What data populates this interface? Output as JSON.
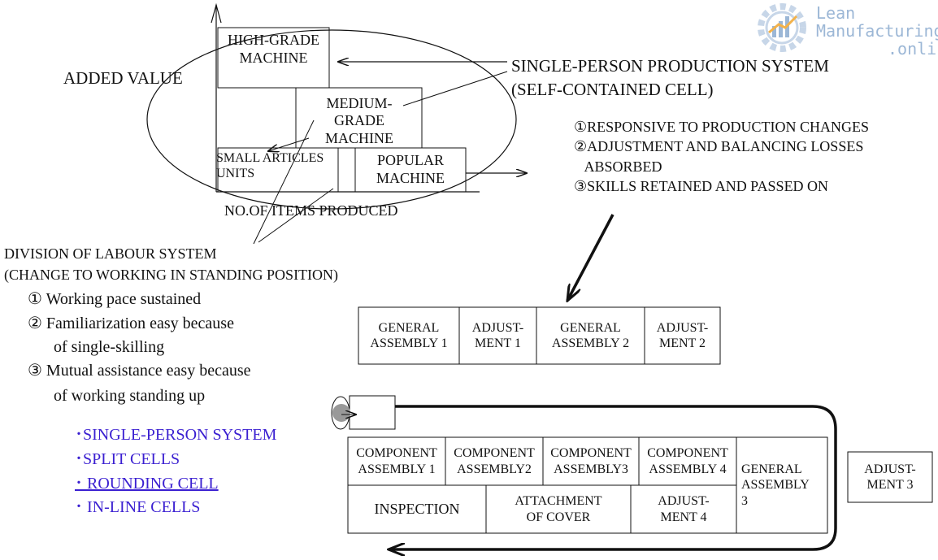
{
  "logo": {
    "line1": "Lean",
    "line2": "Manufacturing",
    "line3": ".online"
  },
  "graph": {
    "y_axis_label": "ADDED VALUE",
    "x_axis_label": "NO.OF ITEMS PRODUCED",
    "high_grade": "HIGH-GRADE\nMACHINE",
    "medium_grade": "MEDIUM-\nGRADE\nMACHINE",
    "small_articles": "SMALL ARTICLES\nUNITS",
    "popular": "POPULAR\nMACHINE"
  },
  "single_person": {
    "title_line1": "SINGLE-PERSON PRODUCTION SYSTEM",
    "title_line2": "(SELF-CONTAINED CELL)",
    "points": [
      "①RESPONSIVE TO PRODUCTION CHANGES",
      "②ADJUSTMENT AND BALANCING LOSSES",
      "   ABSORBED",
      "③SKILLS RETAINED AND PASSED ON"
    ]
  },
  "division": {
    "title_line1": "DIVISION OF LABOUR SYSTEM",
    "title_line2": "(CHANGE TO WORKING IN STANDING POSITION)",
    "points": [
      "①  Working pace sustained",
      "②  Familiarization easy because",
      "of single-skilling",
      "③ Mutual assistance easy because",
      "of working standing up"
    ]
  },
  "cell_types": [
    "･SINGLE-PERSON SYSTEM",
    "･SPLIT CELLS",
    "･ ROUNDING CELL",
    "･ IN-LINE CELLS"
  ],
  "upper_line": {
    "cells": [
      "GENERAL\nASSEMBLY 1",
      "ADJUST-\nMENT 1",
      "GENERAL\nASSEMBLY 2",
      "ADJUST-\nMENT 2"
    ]
  },
  "lower_line": {
    "top_row": [
      "COMPONENT\nASSEMBLY 1",
      "COMPONENT\nASSEMBLY2",
      "COMPONENT\nASSEMBLY3",
      "COMPONENT\nASSEMBLY 4"
    ],
    "bottom_row": [
      "INSPECTION",
      "ATTACHMENT\nOF COVER",
      "ADJUST-\nMENT 4"
    ],
    "general_assembly_3": "GENERAL\nASSEMBLY\n3",
    "adjustment_3": "ADJUST-\nMENT 3"
  },
  "colors": {
    "purple_text": "#3a1fd1",
    "logo_blue": "#9cb7d6",
    "logo_orange": "#f3b24a"
  }
}
